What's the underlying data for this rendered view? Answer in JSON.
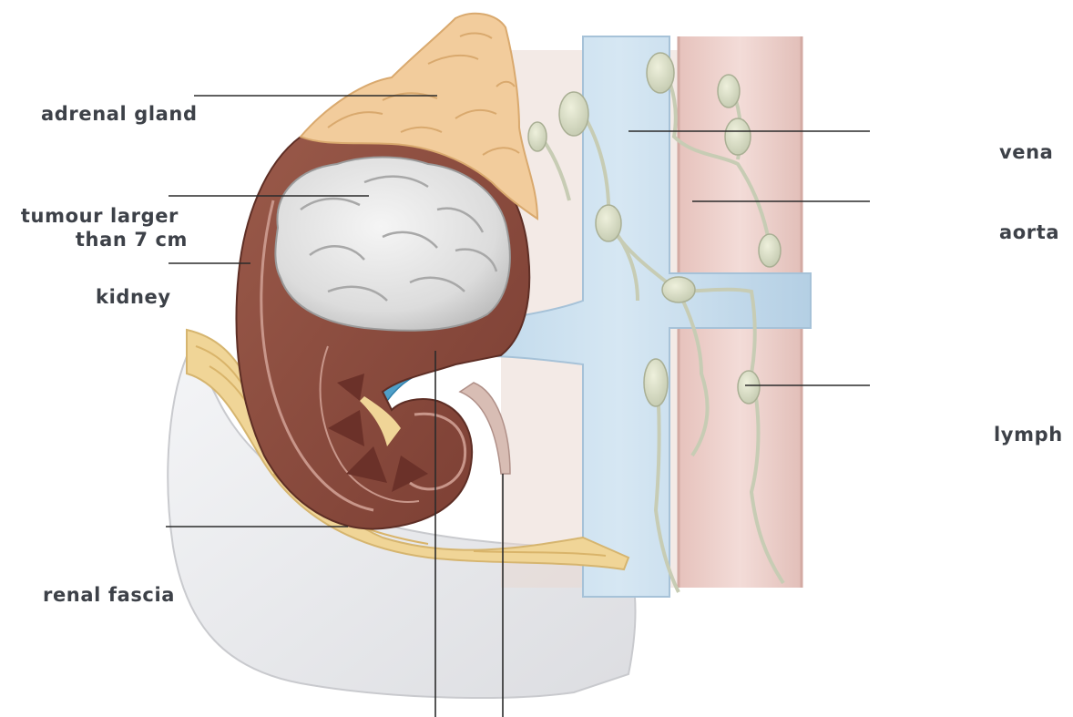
{
  "labels": {
    "adrenal_gland": "adrenal gland",
    "tumour_line1": "tumour larger",
    "tumour_line2": "than 7 cm",
    "kidney": "kidney",
    "renal_fascia": "renal fascia",
    "vena": "vena",
    "aorta": "aorta",
    "lymph": "lymph"
  },
  "colors": {
    "adrenal": "#f2cc9c",
    "kidney": "#8e4d40",
    "tumour": "#e4e4e4",
    "fat": "#f0d597",
    "vena_cava": "#c9dfee",
    "aorta": "#eccfca",
    "lymph_node": "#d8dcc4",
    "renal_vein": "#4f9fc9",
    "fascia": "#e6e7ea",
    "leader_line": "#2b2b2b",
    "label_text": "#3d4148"
  }
}
